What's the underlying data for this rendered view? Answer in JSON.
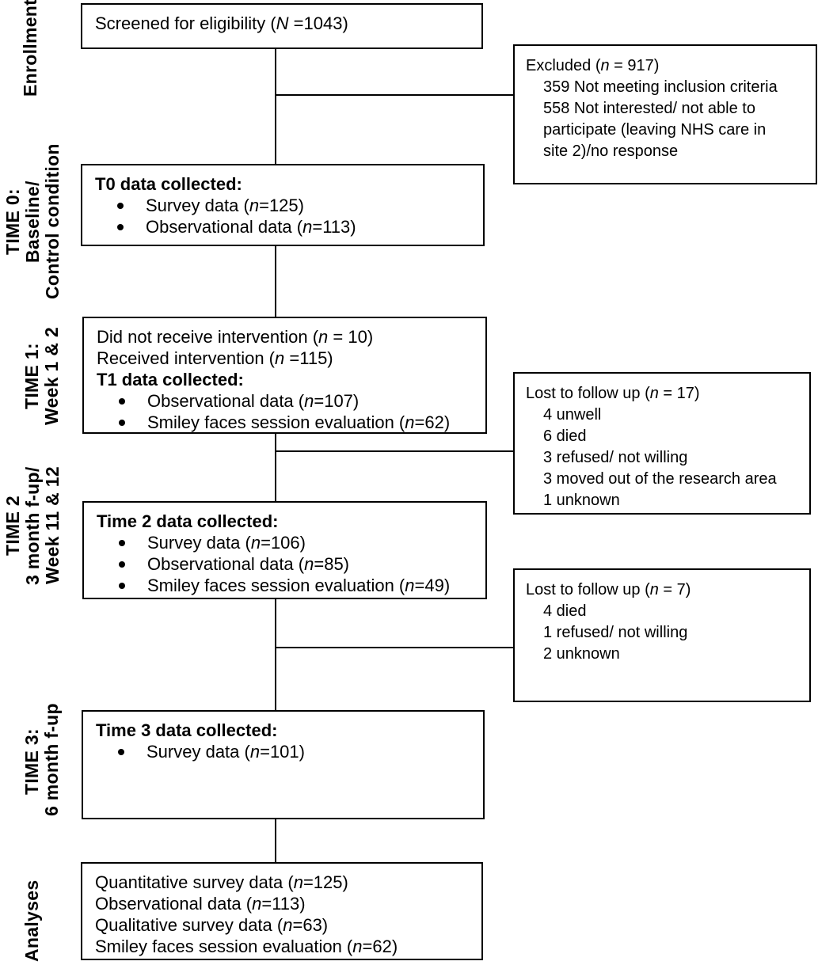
{
  "figure": {
    "background": "#ffffff",
    "line_color": "#000000",
    "side_labels": [
      {
        "id": "enrollment",
        "lines": [
          "Enrollment"
        ]
      },
      {
        "id": "time0",
        "lines": [
          "TIME 0:",
          "Baseline/",
          "Control condition"
        ]
      },
      {
        "id": "time1",
        "lines": [
          "TIME 1:",
          "Week 1 & 2"
        ]
      },
      {
        "id": "time2",
        "lines": [
          "TIME 2",
          "3 month f-up/",
          "Week 11 & 12"
        ]
      },
      {
        "id": "time3",
        "lines": [
          "TIME 3:",
          "6 month f-up"
        ]
      },
      {
        "id": "analyses",
        "lines": [
          "Analyses"
        ]
      }
    ],
    "boxes": {
      "screened": {
        "lines": [
          {
            "style": "plain",
            "segs": [
              {
                "t": "Screened for eligibility ("
              },
              {
                "t": "N",
                "i": true
              },
              {
                "t": " =1043)"
              }
            ]
          }
        ]
      },
      "excluded": {
        "lines": [
          {
            "style": "plain",
            "segs": [
              {
                "t": "Excluded ("
              },
              {
                "t": "n",
                "i": true
              },
              {
                "t": " = 917)"
              }
            ]
          },
          {
            "style": "sub",
            "segs": [
              {
                "t": "359 Not meeting inclusion criteria"
              }
            ]
          },
          {
            "style": "sub",
            "segs": [
              {
                "t": "558 Not interested/ not able to"
              }
            ]
          },
          {
            "style": "sub",
            "segs": [
              {
                "t": "participate (leaving NHS care in"
              }
            ]
          },
          {
            "style": "sub",
            "segs": [
              {
                "t": "site 2)/no response"
              }
            ]
          }
        ]
      },
      "t0": {
        "lines": [
          {
            "style": "bold",
            "segs": [
              {
                "t": "T0 data collected:"
              }
            ]
          },
          {
            "style": "bullet",
            "segs": [
              {
                "t": "Survey data ("
              },
              {
                "t": "n",
                "i": true
              },
              {
                "t": "=125)"
              }
            ]
          },
          {
            "style": "bullet",
            "segs": [
              {
                "t": "Observational data ("
              },
              {
                "t": "n",
                "i": true
              },
              {
                "t": "=113)"
              }
            ]
          }
        ]
      },
      "t1": {
        "lines": [
          {
            "style": "plain",
            "segs": [
              {
                "t": "Did not receive intervention ("
              },
              {
                "t": "n",
                "i": true
              },
              {
                "t": " = 10)"
              }
            ]
          },
          {
            "style": "plain",
            "segs": [
              {
                "t": "Received intervention ("
              },
              {
                "t": "n",
                "i": true
              },
              {
                "t": " =115)"
              }
            ]
          },
          {
            "style": "bold",
            "segs": [
              {
                "t": "T1 data collected:"
              }
            ]
          },
          {
            "style": "bullet",
            "segs": [
              {
                "t": "Observational data ("
              },
              {
                "t": "n",
                "i": true
              },
              {
                "t": "=107)"
              }
            ]
          },
          {
            "style": "bullet",
            "segs": [
              {
                "t": "Smiley faces session evaluation ("
              },
              {
                "t": "n",
                "i": true
              },
              {
                "t": "=62)"
              }
            ]
          }
        ]
      },
      "lost_t1": {
        "lines": [
          {
            "style": "plain",
            "segs": [
              {
                "t": "Lost to follow up ("
              },
              {
                "t": "n",
                "i": true
              },
              {
                "t": " = 17)"
              }
            ]
          },
          {
            "style": "sub",
            "segs": [
              {
                "t": "4 unwell"
              }
            ]
          },
          {
            "style": "sub",
            "segs": [
              {
                "t": "6 died"
              }
            ]
          },
          {
            "style": "sub",
            "segs": [
              {
                "t": "3 refused/ not willing"
              }
            ]
          },
          {
            "style": "sub",
            "segs": [
              {
                "t": "3 moved out of the research area"
              }
            ]
          },
          {
            "style": "sub",
            "segs": [
              {
                "t": "1 unknown"
              }
            ]
          }
        ]
      },
      "t2": {
        "lines": [
          {
            "style": "bold",
            "segs": [
              {
                "t": "Time 2 data collected:"
              }
            ]
          },
          {
            "style": "bullet",
            "segs": [
              {
                "t": "Survey data ("
              },
              {
                "t": "n",
                "i": true
              },
              {
                "t": "=106)"
              }
            ]
          },
          {
            "style": "bullet",
            "segs": [
              {
                "t": "Observational data ("
              },
              {
                "t": "n",
                "i": true
              },
              {
                "t": "=85)"
              }
            ]
          },
          {
            "style": "bullet",
            "segs": [
              {
                "t": "Smiley faces session evaluation ("
              },
              {
                "t": "n",
                "i": true
              },
              {
                "t": "=49)"
              }
            ]
          }
        ]
      },
      "lost_t2": {
        "lines": [
          {
            "style": "plain",
            "segs": [
              {
                "t": "Lost to follow up ("
              },
              {
                "t": "n",
                "i": true
              },
              {
                "t": " = 7)"
              }
            ]
          },
          {
            "style": "sub",
            "segs": [
              {
                "t": "4 died"
              }
            ]
          },
          {
            "style": "sub",
            "segs": [
              {
                "t": "1 refused/ not willing"
              }
            ]
          },
          {
            "style": "sub",
            "segs": [
              {
                "t": "2 unknown"
              }
            ]
          }
        ]
      },
      "t3": {
        "lines": [
          {
            "style": "bold",
            "segs": [
              {
                "t": "Time 3 data collected:"
              }
            ]
          },
          {
            "style": "bullet",
            "segs": [
              {
                "t": "Survey data ("
              },
              {
                "t": "n",
                "i": true
              },
              {
                "t": "=101)"
              }
            ]
          }
        ]
      },
      "analyses": {
        "lines": [
          {
            "style": "plain",
            "segs": [
              {
                "t": "Quantitative survey data ("
              },
              {
                "t": "n",
                "i": true
              },
              {
                "t": "=125)"
              }
            ]
          },
          {
            "style": "plain",
            "segs": [
              {
                "t": "Observational data ("
              },
              {
                "t": "n",
                "i": true
              },
              {
                "t": "=113)"
              }
            ]
          },
          {
            "style": "plain",
            "segs": [
              {
                "t": "Qualitative survey data ("
              },
              {
                "t": "n",
                "i": true
              },
              {
                "t": "=63)"
              }
            ]
          },
          {
            "style": "plain",
            "segs": [
              {
                "t": "Smiley faces session evaluation ("
              },
              {
                "t": "n",
                "i": true
              },
              {
                "t": "=62)"
              }
            ]
          }
        ]
      }
    }
  }
}
